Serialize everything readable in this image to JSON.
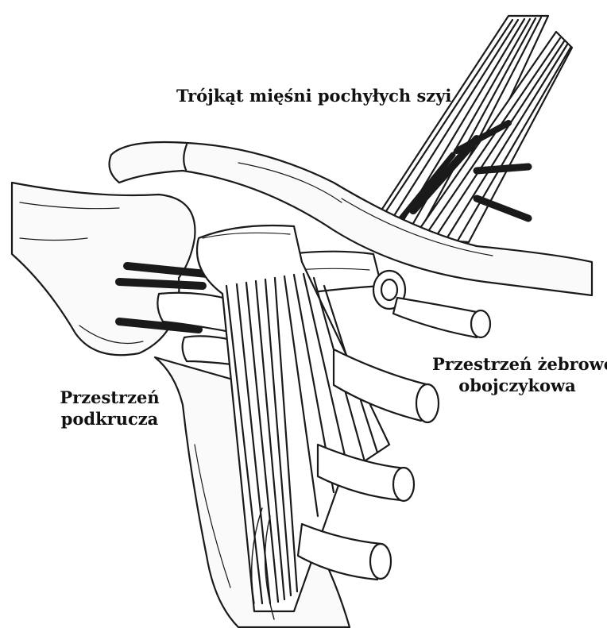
{
  "labels": {
    "scalene_triangle": "Trójkąt mięśni pochyłych szyi",
    "costoclavicular": [
      "Przestrzeń żebrowo-",
      "obojczykowa"
    ],
    "subcoracoid": [
      "Przestrzeń",
      "podkrucza"
    ]
  },
  "colors": {
    "ink": "#1a1a1a",
    "paper": "#ffffff",
    "bone_fill": "#fafafa"
  }
}
